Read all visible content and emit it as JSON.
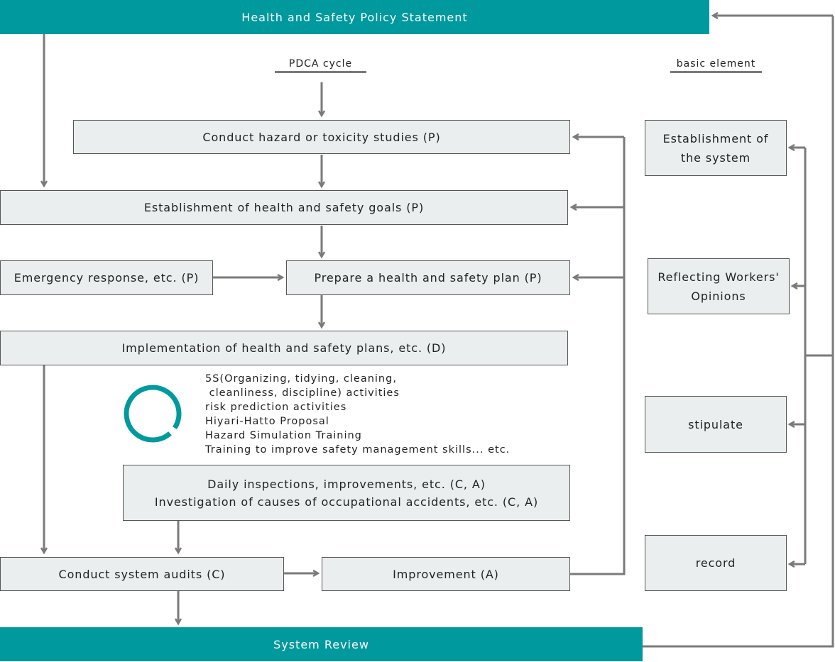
{
  "colors": {
    "accent": "#00999e",
    "box_fill": "#ebeeee",
    "arrow": "#7a7a7a"
  },
  "top_bar": {
    "label": "Health and Safety Policy Statement"
  },
  "bottom_bar": {
    "label": "System Review"
  },
  "headings": {
    "pdca": "PDCA cycle",
    "basic": "basic element"
  },
  "flow": {
    "hazard_studies": "Conduct hazard or toxicity studies (P)",
    "goals": "Establishment of health and safety goals (P)",
    "emergency": "Emergency response, etc. (P)",
    "plan": "Prepare a health and safety plan (P)",
    "implementation": "Implementation of health and safety plans, etc. (D)",
    "daily_line1": "Daily inspections, improvements, etc. (C, A)",
    "daily_line2": "Investigation of causes of occupational accidents, etc. (C, A)",
    "audits": "Conduct system audits (C)",
    "improvement": "Improvement (A)"
  },
  "activities": {
    "icon": "cycle-ring-icon",
    "items": [
      "5S(Organizing, tidying, cleaning,",
      " cleanliness, discipline) activities",
      "risk prediction activities",
      "Hiyari-Hatto Proposal",
      "Hazard Simulation Training",
      "Training to improve safety management skills... etc."
    ]
  },
  "basic_elements": {
    "system_line1": "Establishment of",
    "system_line2": "the system",
    "opinions_line1": "Reflecting Workers'",
    "opinions_line2": "Opinions",
    "stipulate": "stipulate",
    "record": "record"
  }
}
